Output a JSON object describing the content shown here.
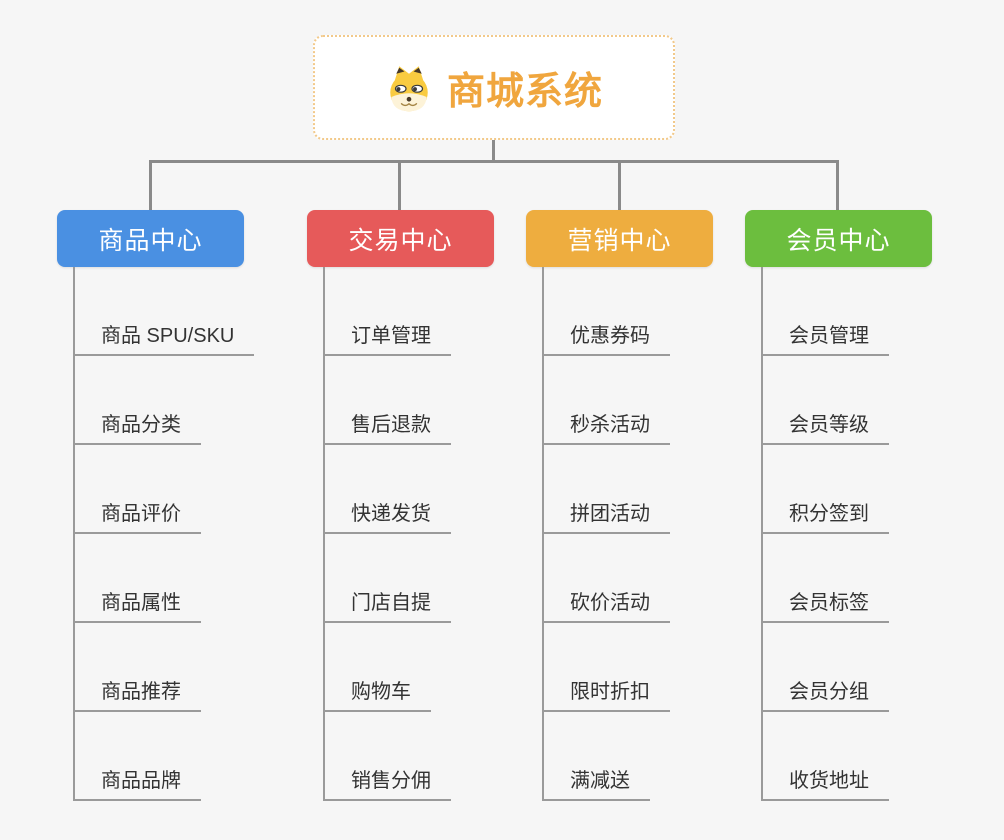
{
  "root": {
    "title": "商城系统",
    "icon": "doge-icon",
    "title_color": "#f0a63e",
    "border_color": "#f2c98a"
  },
  "connector_color": "#8a8a8a",
  "leaf_line_color": "#9a9a9a",
  "branches": [
    {
      "label": "商品中心",
      "color": "#4a90e2",
      "leaves": [
        "商品 SPU/SKU",
        "商品分类",
        "商品评价",
        "商品属性",
        "商品推荐",
        "商品品牌"
      ]
    },
    {
      "label": "交易中心",
      "color": "#e65a5a",
      "leaves": [
        "订单管理",
        "售后退款",
        "快递发货",
        "门店自提",
        "购物车",
        "销售分佣"
      ]
    },
    {
      "label": "营销中心",
      "color": "#eead3f",
      "leaves": [
        "优惠券码",
        "秒杀活动",
        "拼团活动",
        "砍价活动",
        "限时折扣",
        "满减送"
      ]
    },
    {
      "label": "会员中心",
      "color": "#6cbe3e",
      "leaves": [
        "会员管理",
        "会员等级",
        "积分签到",
        "会员标签",
        "会员分组",
        "收货地址"
      ]
    }
  ]
}
